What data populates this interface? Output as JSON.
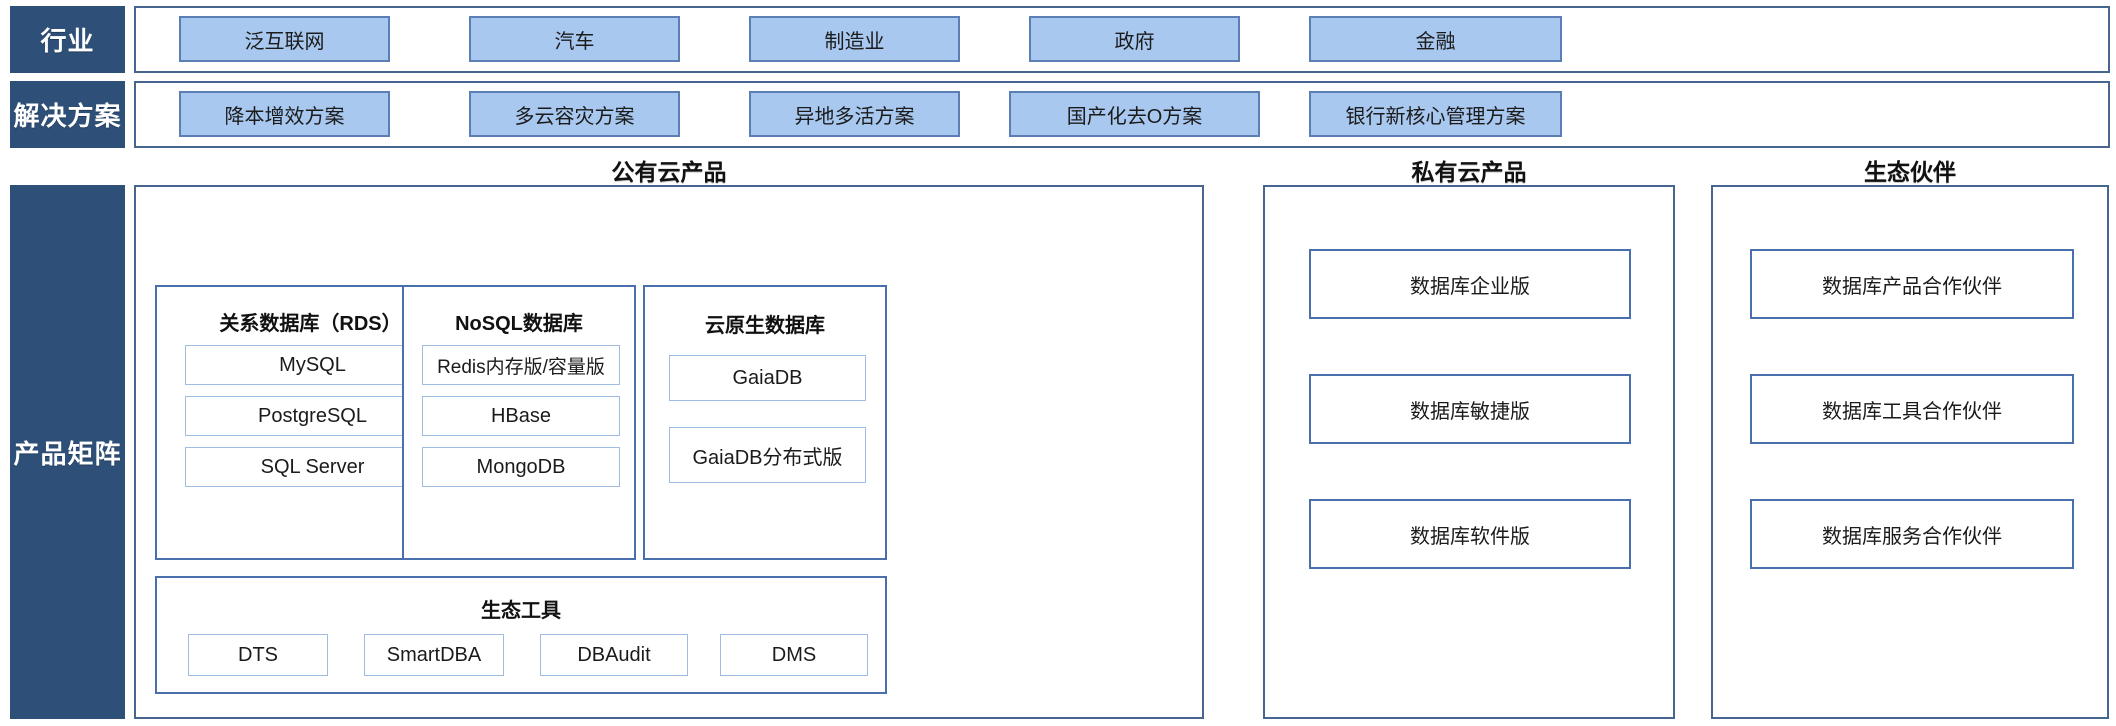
{
  "rows": {
    "industry": {
      "label": "行业",
      "items": [
        "泛互联网",
        "汽车",
        "制造业",
        "政府",
        "金融"
      ]
    },
    "solution": {
      "label": "解决方案",
      "items": [
        "降本增效方案",
        "多云容灾方案",
        "异地多活方案",
        "国产化去O方案",
        "银行新核心管理方案"
      ]
    },
    "matrix": {
      "label": "产品矩阵"
    }
  },
  "columns": {
    "public_cloud": {
      "header": "公有云产品",
      "groups": [
        {
          "title": "关系数据库（RDS）",
          "items": [
            "MySQL",
            "PostgreSQL",
            "SQL Server"
          ]
        },
        {
          "title": "NoSQL数据库",
          "items": [
            "Redis内存版/容量版",
            "HBase",
            "MongoDB"
          ]
        },
        {
          "title": "云原生数据库",
          "items": [
            "GaiaDB",
            "GaiaDB分布式版"
          ]
        }
      ],
      "tools_group": {
        "title": "生态工具",
        "items": [
          "DTS",
          "SmartDBA",
          "DBAudit",
          "DMS"
        ]
      }
    },
    "private_cloud": {
      "header": "私有云产品",
      "items": [
        "数据库企业版",
        "数据库敏捷版",
        "数据库软件版"
      ]
    },
    "ecosystem": {
      "header": "生态伙伴",
      "items": [
        "数据库产品合作伙伴",
        "数据库工具合作伙伴",
        "数据库服务合作伙伴"
      ]
    }
  },
  "colors": {
    "dark_label_bg": "#2e4f77",
    "panel_border": "#46658f",
    "chip_fill": "#a8c8f0",
    "chip_border": "#5b7fb4",
    "group_border": "#4a6fae",
    "item_border": "#9fbde2"
  }
}
